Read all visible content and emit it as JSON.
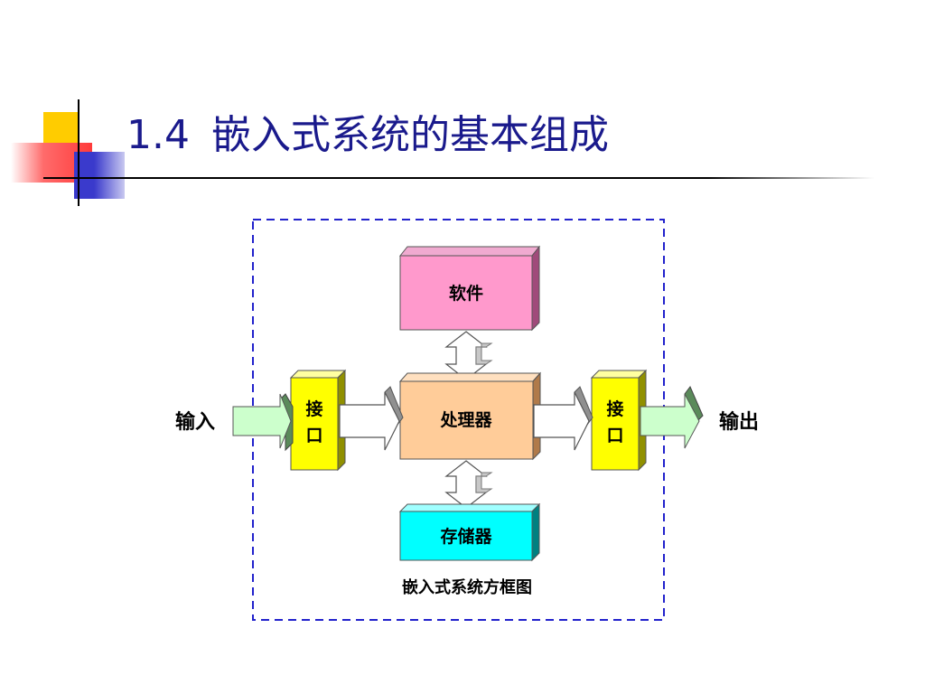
{
  "slide": {
    "number": "1.4",
    "title": "嵌入式系统的基本组成"
  },
  "diagram": {
    "software": "软件",
    "processor": "处理器",
    "memory": "存储器",
    "interface_left": [
      "接",
      "口"
    ],
    "interface_right": [
      "接",
      "口"
    ],
    "input": "输入",
    "output": "输出",
    "caption": "嵌入式系统方框图"
  },
  "colors": {
    "title": "#1a1a8c",
    "software_box": "#ff99cc",
    "processor_box": "#ffcc99",
    "memory_box": "#00ffff",
    "interface_box": "#ffff00",
    "io_arrow": "#ccffcc",
    "dashed_border": "#2222cc"
  }
}
